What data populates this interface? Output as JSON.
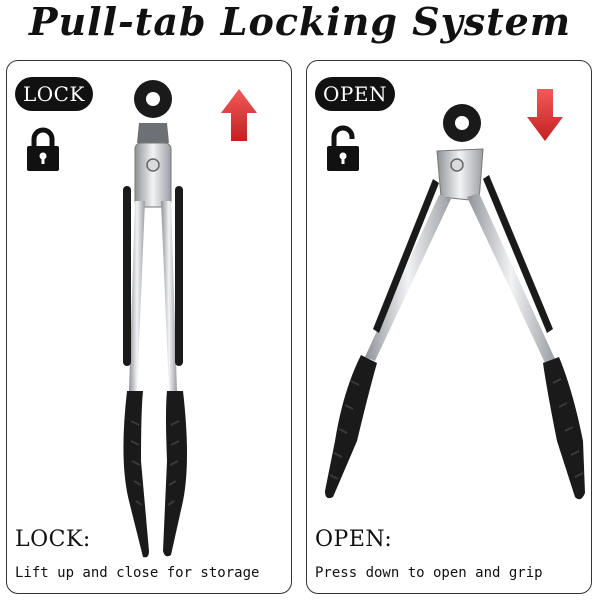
{
  "title": "Pull-tab Locking System",
  "panels": [
    {
      "badge": "LOCK",
      "state_icon": "closed-padlock-icon",
      "arrow_icon": "up-arrow-icon",
      "label": "LOCK:",
      "description": "Lift up and close for storage"
    },
    {
      "badge": "OPEN",
      "state_icon": "open-padlock-icon",
      "arrow_icon": "down-arrow-icon",
      "label": "OPEN:",
      "description": "Press down to open and grip"
    }
  ],
  "colors": {
    "arrow_red": "#e53a3a",
    "badge_bg": "#111111",
    "steel": "#c9ccd1",
    "silicone": "#1a1a1a"
  }
}
